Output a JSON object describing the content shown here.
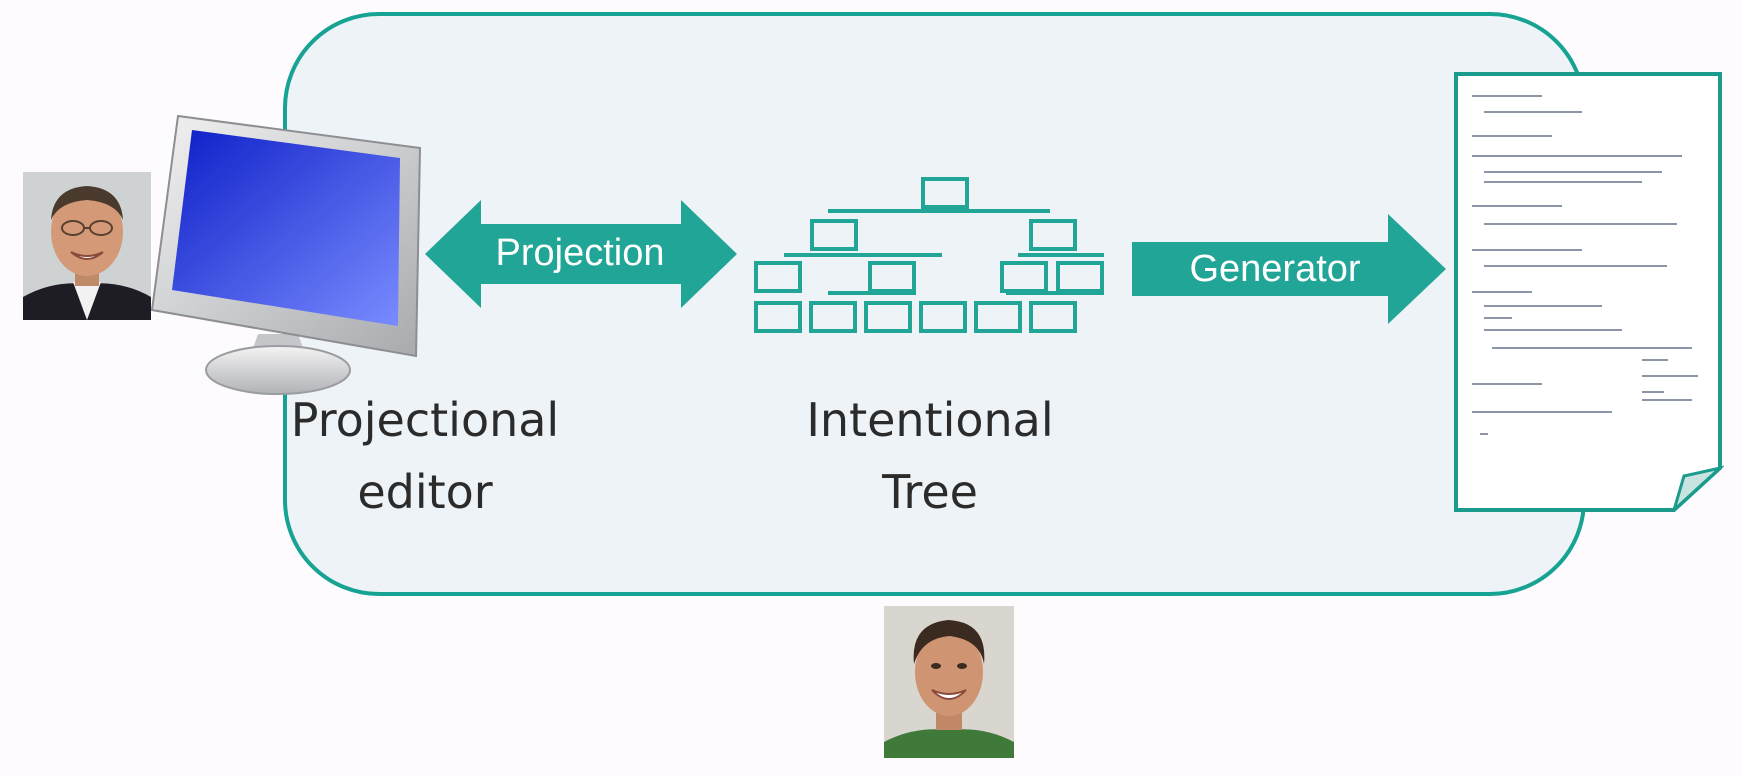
{
  "diagram": {
    "arrows": {
      "projection_label": "Projection",
      "generator_label": "Generator"
    },
    "nodes": {
      "editor_label_line1": "Projectional",
      "editor_label_line2": "editor",
      "tree_label_line1": "Intentional",
      "tree_label_line2": "Tree"
    }
  },
  "colors": {
    "accent": "#17a394",
    "panel_bg": "#eef3f7",
    "screen_blue": "#1a2fd6"
  },
  "icons": [
    "computer-monitor-icon",
    "tree-icon",
    "code-document-icon"
  ]
}
